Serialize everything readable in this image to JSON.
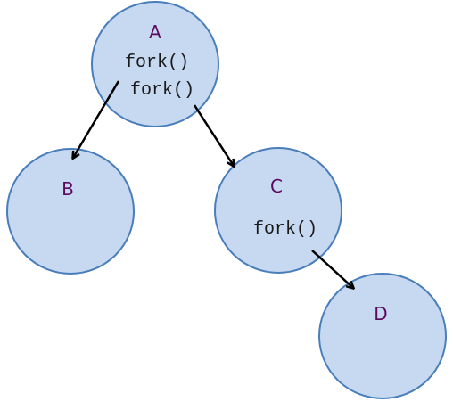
{
  "diagram": {
    "nodes": {
      "a": {
        "label": "A",
        "calls": [
          "fork()",
          "fork()"
        ]
      },
      "b": {
        "label": "B",
        "calls": []
      },
      "c": {
        "label": "C",
        "calls": [
          "fork()"
        ]
      },
      "d": {
        "label": "D",
        "calls": []
      }
    },
    "edges": [
      {
        "from": "A",
        "to": "B"
      },
      {
        "from": "A",
        "to": "C"
      },
      {
        "from": "C",
        "to": "D"
      }
    ],
    "colors": {
      "node_fill": "#c6d9f1",
      "node_stroke": "#4a7ebb",
      "label_color": "#5c0a5c",
      "arrow_color": "#000000"
    }
  }
}
